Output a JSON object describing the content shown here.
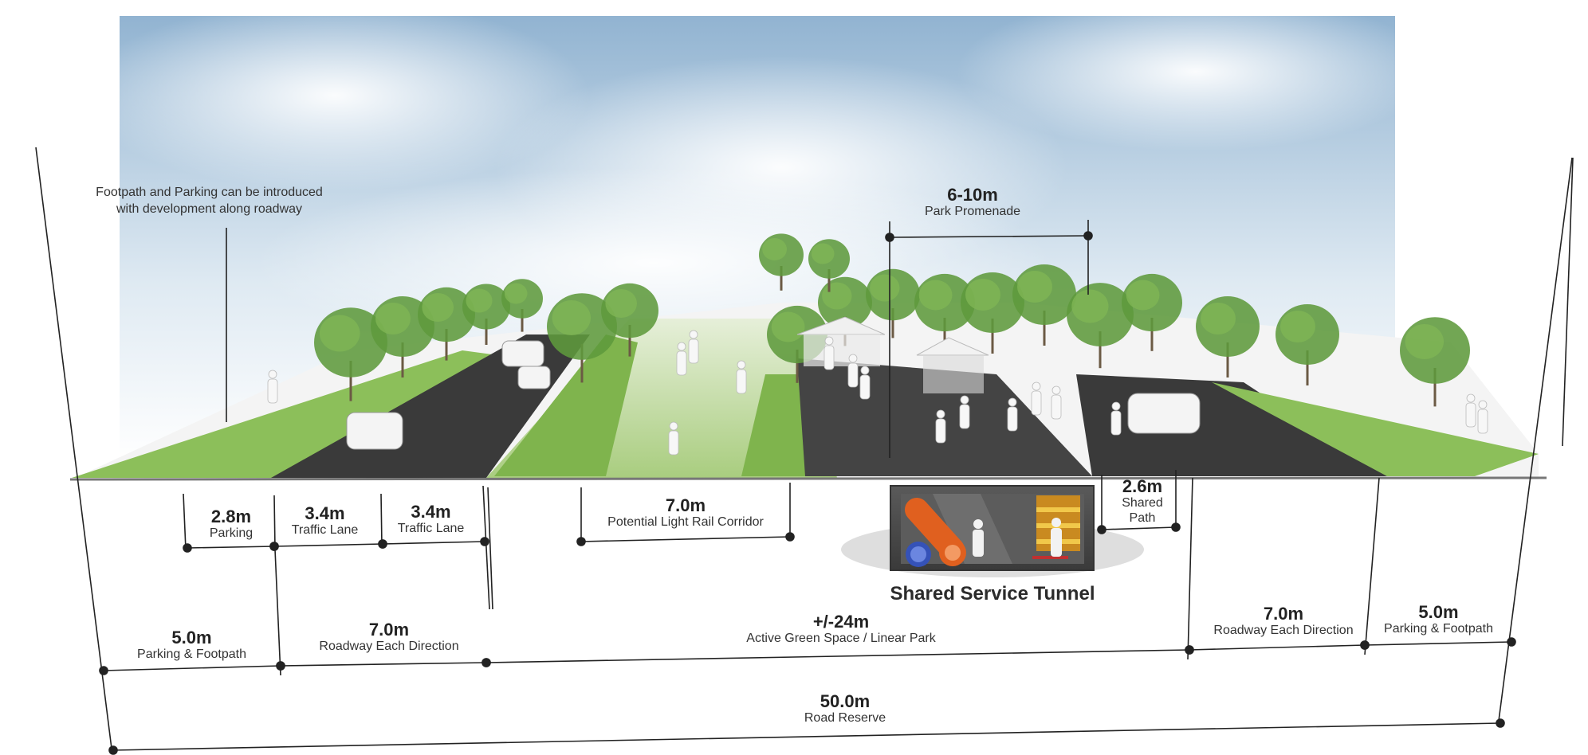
{
  "annotation": {
    "line1": "Footpath and Parking can be introduced",
    "line2": "with development along roadway"
  },
  "tunnel": {
    "title": "Shared Service Tunnel"
  },
  "upper_dims": [
    {
      "dim": "6-10m",
      "caption": "Park Promenade"
    },
    {
      "dim": "2.8m",
      "caption": "Parking"
    },
    {
      "dim": "3.4m",
      "caption": "Traffic Lane"
    },
    {
      "dim": "3.4m",
      "caption": "Traffic Lane"
    },
    {
      "dim": "7.0m",
      "caption": "Potential Light Rail Corridor"
    },
    {
      "dim": "2.6m",
      "caption1": "Shared",
      "caption2": "Path"
    }
  ],
  "lower_dims": [
    {
      "dim": "5.0m",
      "caption": "Parking & Footpath"
    },
    {
      "dim": "7.0m",
      "caption": "Roadway Each Direction"
    },
    {
      "dim": "+/-24m",
      "caption": "Active Green Space / Linear Park"
    },
    {
      "dim": "7.0m",
      "caption": "Roadway Each Direction"
    },
    {
      "dim": "5.0m",
      "caption": "Parking & Footpath"
    }
  ],
  "total": {
    "dim": "50.0m",
    "caption": "Road Reserve"
  },
  "colors": {
    "sky": "#8fb3d1",
    "grass": "#9cc46b",
    "tree": "#5f9a3c",
    "asphalt": "#3b3b3b",
    "tunnel": "#4a4a4a",
    "pipe_blue": "#3552b8",
    "pipe_orange": "#e0601f",
    "pipe_yellow": "#e8b62a"
  }
}
